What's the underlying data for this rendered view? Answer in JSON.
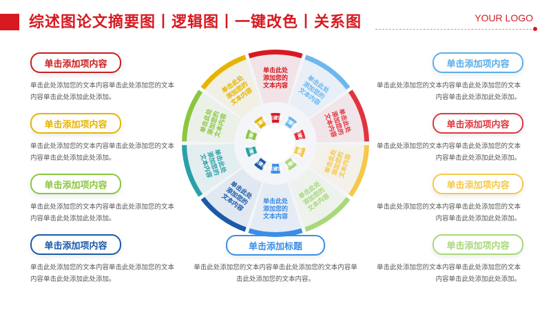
{
  "header": {
    "title": "综述图论文摘要图丨逻辑图丨一键改色丨关系图",
    "logo": "YOUR LOGO",
    "accent_color": "#d71920"
  },
  "left_items": [
    {
      "label": "单击添加项内容",
      "color": "#c81f1f",
      "text": "单击此处添加您的文本内容单击此处添加您的文本内容单击此处添加此处添加。"
    },
    {
      "label": "单击添加项内容",
      "color": "#e6b400",
      "text": "单击此处添加您的文本内容单击此处添加您的文本内容单击此处添加此处添加。"
    },
    {
      "label": "单击添加项内容",
      "color": "#8cc63f",
      "text": "单击此处添加您的文本内容单击此处添加您的文本内容单击此处添加此处添加。"
    },
    {
      "label": "单击添加项内容",
      "color": "#1a5aa8",
      "text": "单击此处添加您的文本内容单击此处添加您的文本内容单击此处添加此处添加。"
    }
  ],
  "right_items": [
    {
      "label": "单击添加项内容",
      "color": "#5aaee8",
      "text": "单击此处添加您的文本内容单击此处添加您的文本内容单击此处添加此处添加。"
    },
    {
      "label": "单击添加项内容",
      "color": "#e0353f",
      "text": "单击此处添加您的文本内容单击此处添加您的文本内容单击此处添加此处添加。"
    },
    {
      "label": "单击添加项内容",
      "color": "#f5c84a",
      "text": "单击此处添加您的文本内容单击此处添加您的文本内容单击此处添加此处添加。"
    },
    {
      "label": "单击添加项内容",
      "color": "#a8d878",
      "text": "单击此处添加您的文本内容单击此处添加您的文本内容单击此处添加此处添加。"
    }
  ],
  "center": {
    "label": "单击添加标题",
    "color": "#3a8ee6",
    "text": "单击此处添加您的文本内容单击此处添加您的文本内容单击此处添加您的文本内容。"
  },
  "wheel": {
    "segments": [
      {
        "lines": [
          "单击此处",
          "添加您的",
          "文本内容"
        ],
        "color": "#d71920",
        "kw": "关键词"
      },
      {
        "lines": [
          "单击此处",
          "添加您的",
          "文本内容"
        ],
        "color": "#6cb8ee",
        "kw": "关键词"
      },
      {
        "lines": [
          "单击此处",
          "添加您的",
          "文本内容"
        ],
        "color": "#e0353f",
        "kw": "关键词"
      },
      {
        "lines": [
          "单击此处",
          "添加您的",
          "文本内容"
        ],
        "color": "#f5c84a",
        "kw": "关键词"
      },
      {
        "lines": [
          "单击此处",
          "添加您的",
          "文本内容"
        ],
        "color": "#a8d878",
        "kw": "关键词"
      },
      {
        "lines": [
          "单击此处",
          "添加您的",
          "文本内容"
        ],
        "color": "#3a8ee6",
        "kw": "关键词"
      },
      {
        "lines": [
          "单击此处",
          "添加您的",
          "文本内容"
        ],
        "color": "#1a5aa8",
        "kw": "关键词"
      },
      {
        "lines": [
          "单击此处",
          "添加您的",
          "文本内容"
        ],
        "color": "#2aa0a8",
        "kw": "关键词"
      },
      {
        "lines": [
          "单击此处",
          "添加您的",
          "文本内容"
        ],
        "color": "#8cc63f",
        "kw": "关键词"
      },
      {
        "lines": [
          "单击此处",
          "添加您的",
          "文本内容"
        ],
        "color": "#e6b400",
        "kw": "关键词"
      }
    ]
  }
}
